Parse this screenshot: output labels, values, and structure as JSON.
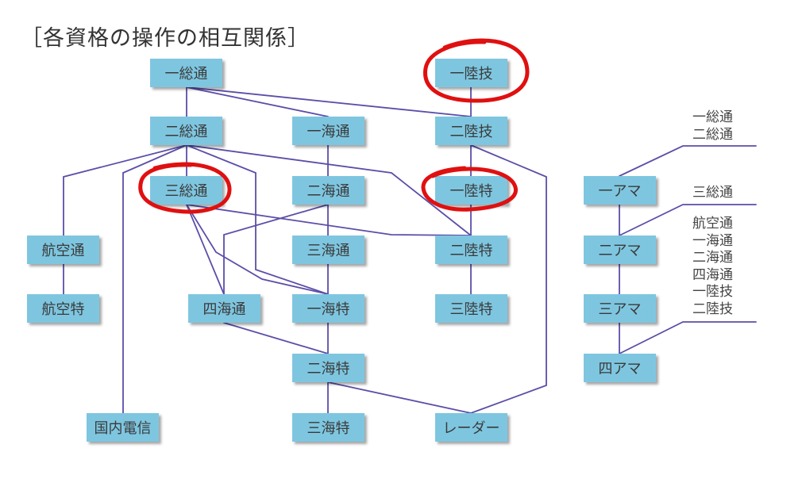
{
  "title": "［各資格の操作の相互関係］",
  "colors": {
    "box_fill": "#7ec6e0",
    "line": "#5b4ea8",
    "circle": "#e01010"
  },
  "nodes": {
    "ichi_sou": "一総通",
    "ni_sou": "二総通",
    "san_sou": "三総通",
    "koukuu_tsu": "航空通",
    "koukuu_toku": "航空特",
    "kokunai": "国内電信",
    "ichi_kai": "一海通",
    "ni_kai": "二海通",
    "san_kai": "三海通",
    "yon_kai": "四海通",
    "ichi_kai_toku": "一海特",
    "ni_kai_toku": "二海特",
    "san_kai_toku": "三海特",
    "ichi_riku_gi": "一陸技",
    "ni_riku_gi": "二陸技",
    "ichi_riku_toku": "一陸特",
    "ni_riku_toku": "二陸特",
    "san_riku_toku": "三陸特",
    "radar": "レーダー",
    "ichi_ama": "一アマ",
    "ni_ama": "二アマ",
    "san_ama": "三アマ",
    "yon_ama": "四アマ"
  },
  "side_labels": {
    "group1": "一総通\n二総通",
    "group2": "三総通",
    "group3": "航空通\n一海通\n二海通\n四海通\n一陸技\n二陸技"
  },
  "highlighted": [
    "一陸技",
    "三総通",
    "一陸特"
  ]
}
